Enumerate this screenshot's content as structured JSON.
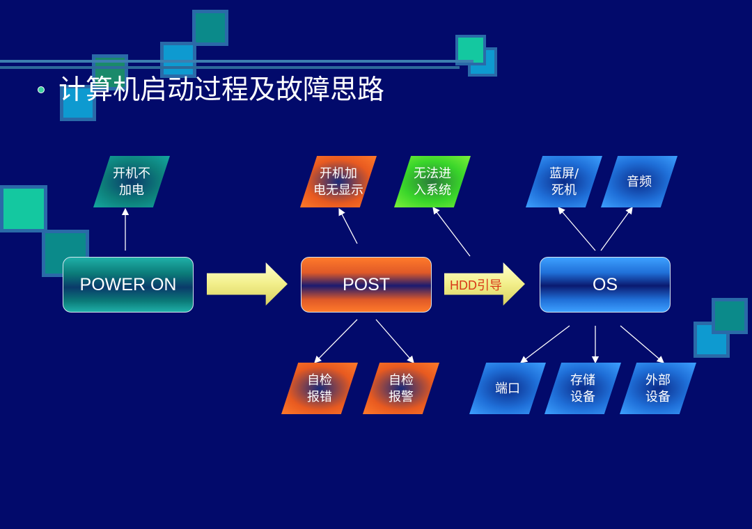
{
  "title": "计算机启动过程及故障思路",
  "nodes": {
    "power_on": "POWER ON",
    "post": "POST",
    "os": "OS"
  },
  "transitions": {
    "hdd_boot": "HDD引导"
  },
  "faults": {
    "no_power": "开机不\n加电",
    "no_display": "开机加\n电无显示",
    "cannot_enter_system": "无法进\n入系统",
    "bluescreen_freeze": "蓝屏/\n死机",
    "audio": "音频",
    "self_test_error": "自检\n报错",
    "self_test_alarm": "自检\n报警",
    "port": "端口",
    "storage_device": "存储\n设备",
    "external_device": "外部\n设备"
  },
  "colors": {
    "background": "#020a6b",
    "power_on": "#0d8a86",
    "post": "#f0652a",
    "os": "#2a82e8",
    "arrow": "#f2ef8a",
    "hdd_text": "#d83818"
  }
}
